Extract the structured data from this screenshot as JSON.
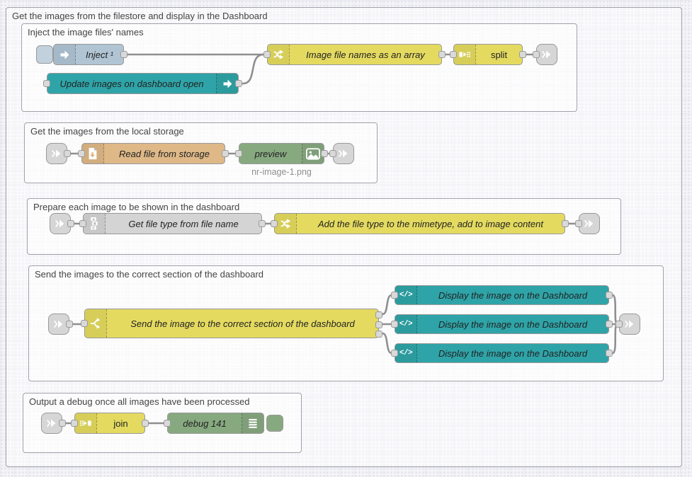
{
  "colors": {
    "bg": "#f4f4f8",
    "dot": "#dcdce6",
    "grid": "#e7e7ee",
    "group-border": "#a1a1ab",
    "group-label": "#444444",
    "node-border": "#999999",
    "wire": "#8f8f8f",
    "inject-blue": "#b0c4d4",
    "teal": "#2fa4a8",
    "yellow": "#e4da60",
    "orange": "#deb887",
    "gray-node": "#d4d4d4",
    "green": "#87a980",
    "link-gray": "#d6d6d6",
    "port-fill": "#d9d9d9",
    "label": "#222222",
    "caption": "#8f8f8f"
  },
  "flow": {
    "outer_label": "Get the images from the filestore and display in the Dashboard",
    "groups": {
      "inject": "Inject the image files' names",
      "storage": "Get the images from the local storage",
      "prepare": "Prepare each image to be shown in the dashboard",
      "send": "Send the images to the correct section of the dashboard",
      "debug": "Output a debug once all images have been processed"
    },
    "nodes": {
      "inject": "Inject ¹",
      "update": "Update images on dashboard open",
      "filenames_fn": "Image file names as an array",
      "split": "split",
      "read_file": "Read file from storage",
      "preview": "preview",
      "preview_caption": "nr-image-1.png",
      "get_file_type": "Get file type from file name",
      "add_mimetype": "Add the file type to the mimetype, add to image content",
      "send_fn": "Send the image to the correct section of the dashboard",
      "display1": "Display the image on the Dashboard",
      "display2": "Display the image on the Dashboard",
      "display3": "Display the image on the Dashboard",
      "join": "join",
      "debug": "debug 141"
    },
    "icons": {
      "template_glyph": "</>"
    }
  }
}
